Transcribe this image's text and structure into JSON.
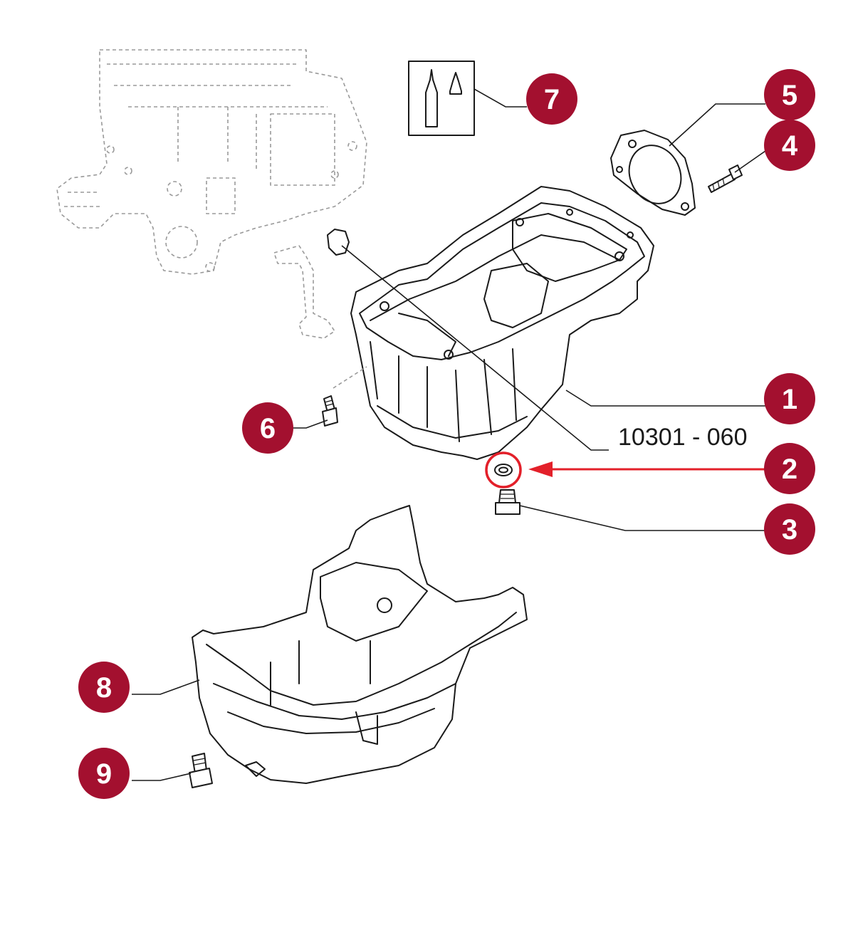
{
  "diagram": {
    "reference_code": "10301 - 060",
    "colors": {
      "badge": "#a3102f",
      "highlight": "#e3202a",
      "line": "#1a1a1a"
    },
    "callouts": [
      {
        "id": "1",
        "label": "1"
      },
      {
        "id": "2",
        "label": "2"
      },
      {
        "id": "3",
        "label": "3"
      },
      {
        "id": "4",
        "label": "4"
      },
      {
        "id": "5",
        "label": "5"
      },
      {
        "id": "6",
        "label": "6"
      },
      {
        "id": "7",
        "label": "7"
      },
      {
        "id": "8",
        "label": "8"
      },
      {
        "id": "9",
        "label": "9"
      }
    ]
  }
}
